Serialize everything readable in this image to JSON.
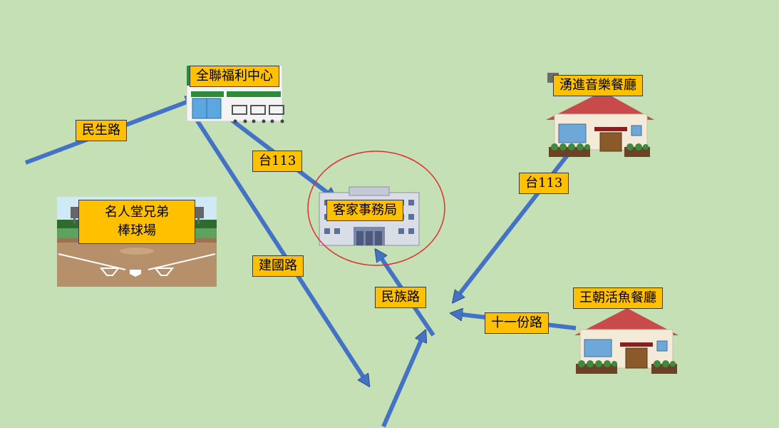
{
  "places": {
    "convenience_store": "全聯福利中心",
    "hakka_office": "客家事務局",
    "music_restaurant": "湧進音樂餐廳",
    "fish_restaurant": "王朝活魚餐廳",
    "stadium_line1": "名人堂兄弟",
    "stadium_line2": "棒球場"
  },
  "roads": {
    "minsheng": "民生路",
    "tai113_left": "台113",
    "jianguo": "建國路",
    "minzu": "民族路",
    "tai113_right": "台113",
    "shiyifen": "十一份路"
  },
  "colors": {
    "background": "#c5e0b4",
    "arrow": "#4472c4",
    "label_fill": "#ffc000",
    "highlight_circle": "#e03030"
  },
  "highlight": "hakka_office"
}
